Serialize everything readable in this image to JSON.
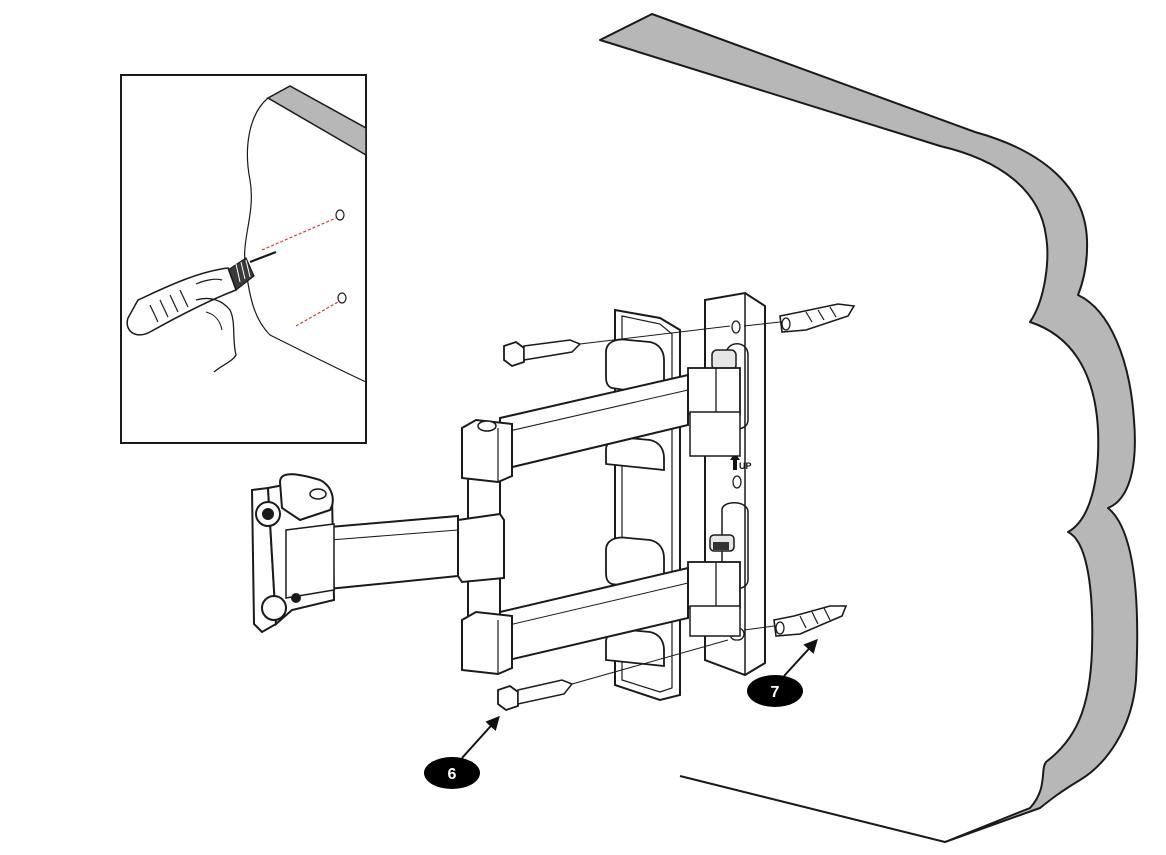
{
  "diagram": {
    "callouts": [
      {
        "number": "6",
        "part": "lag-bolt"
      },
      {
        "number": "7",
        "part": "wall-anchor"
      }
    ],
    "plate_marking": "UP",
    "icons": [
      "drill-icon",
      "hand-icon",
      "up-arrow-icon",
      "bolt-icon",
      "anchor-icon"
    ],
    "colors": {
      "wall_edge": "#b7b7b7",
      "outline": "#1a1a1a",
      "callout_fill": "#000000",
      "callout_text": "#ffffff",
      "guide_line_red": "#d43c3c"
    }
  }
}
